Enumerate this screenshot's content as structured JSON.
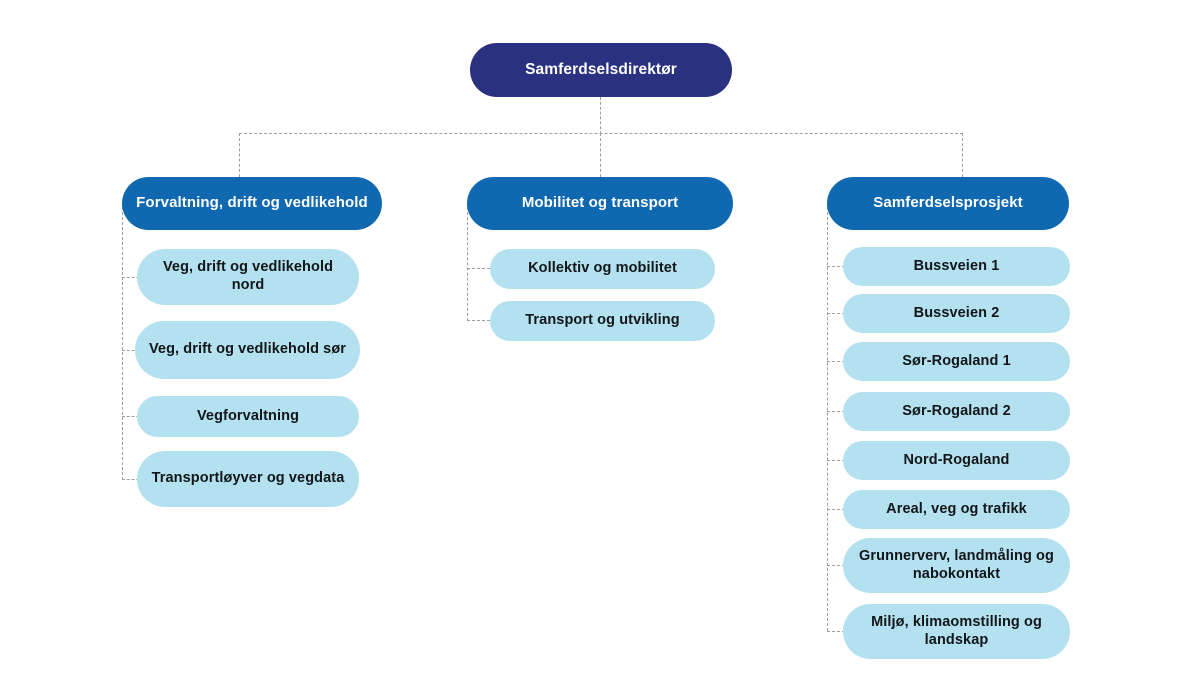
{
  "diagram": {
    "title_text": "Samferdselsdirektør",
    "colors": {
      "root_fill": "#2a3180",
      "dept_fill": "#1068b0",
      "unit_fill": "#b3e1f0",
      "root_text": "#ffffff",
      "dept_text": "#ffffff",
      "unit_text": "#121619",
      "connector": "#9aa0a6",
      "background": "#ffffff"
    },
    "root": {
      "label": "Samferdselsdirektør"
    },
    "branches": [
      {
        "label": "Forvaltning, drift og vedlikehold",
        "units": [
          {
            "label": "Veg, drift og vedlikehold nord"
          },
          {
            "label": "Veg, drift og vedlikehold sør"
          },
          {
            "label": "Vegforvaltning"
          },
          {
            "label": "Transportløyver og vegdata"
          }
        ]
      },
      {
        "label": "Mobilitet og transport",
        "units": [
          {
            "label": "Kollektiv og mobilitet"
          },
          {
            "label": "Transport og utvikling"
          }
        ]
      },
      {
        "label": "Samferdselsprosjekt",
        "units": [
          {
            "label": "Bussveien 1"
          },
          {
            "label": "Bussveien 2"
          },
          {
            "label": "Sør-Rogaland 1"
          },
          {
            "label": "Sør-Rogaland 2"
          },
          {
            "label": "Nord-Rogaland"
          },
          {
            "label": "Areal, veg og trafikk"
          },
          {
            "label": "Grunnerverv, landmåling og nabokontakt"
          },
          {
            "label": "Miljø, klimaomstilling og landskap"
          }
        ]
      }
    ]
  }
}
